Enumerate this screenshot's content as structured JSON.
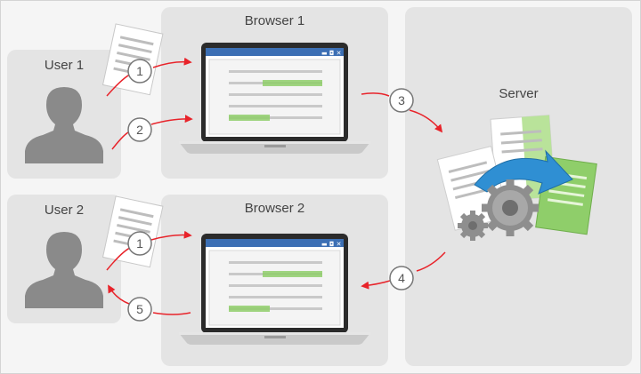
{
  "panels": {
    "user1": "User 1",
    "user2": "User 2",
    "browser1": "Browser 1",
    "browser2": "Browser 2",
    "server": "Server"
  },
  "steps": [
    "1",
    "2",
    "3",
    "4",
    "1",
    "5"
  ],
  "icons": [
    "user-silhouette-icon",
    "document-icon",
    "laptop-icon",
    "server-gears-icon",
    "arrow-icon"
  ],
  "colors": {
    "arrow": "#e8232a",
    "highlight": "#8fce6a",
    "panel": "#e4e4e4"
  }
}
